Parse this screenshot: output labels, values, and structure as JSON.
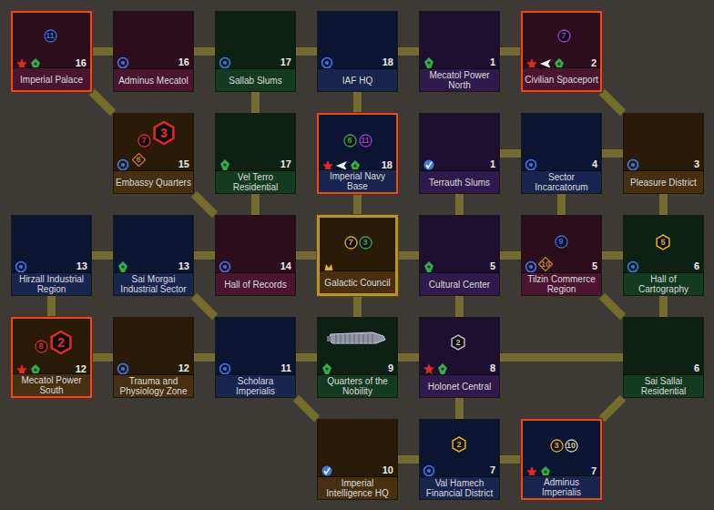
{
  "diagram": {
    "nodes": [
      {
        "text": [
          "Imperial Palace",
          "16"
        ]
      },
      {
        "text": [
          "11"
        ],
        "in": 0
      },
      {
        "text": [
          "Adminus Mecatol",
          "16"
        ]
      },
      {
        "text": [
          "Sallab Slums",
          "17"
        ]
      },
      {
        "text": [
          "IAF HQ",
          "18"
        ]
      },
      {
        "text": [
          "Mecatol Power North",
          "1"
        ]
      },
      {
        "text": [
          "Civilian Spaceport",
          "2"
        ]
      },
      {
        "text": [
          "7"
        ],
        "in": 6
      },
      {
        "text": [
          "Embassy Quarters",
          "15"
        ]
      },
      {
        "text": [
          "7"
        ],
        "in": 8
      },
      {
        "text": [
          "3"
        ],
        "in": 8
      },
      {
        "text": [
          "6"
        ],
        "in": 8
      },
      {
        "text": [
          "Vel Terro Residential",
          "17"
        ]
      },
      {
        "text": [
          "Imperial Navy Base",
          "18"
        ]
      },
      {
        "text": [
          "6"
        ],
        "in": 13
      },
      {
        "text": [
          "11"
        ],
        "in": 13
      },
      {
        "text": [
          "Terrauth Slums",
          "1"
        ]
      },
      {
        "text": [
          "Sector Incarcatorum",
          "4"
        ]
      },
      {
        "text": [
          "Pleasure District",
          "3"
        ]
      },
      {
        "text": [
          "Hirzall Industrial Region",
          "13"
        ]
      },
      {
        "text": [
          "Sai Morgai Industrial Sector",
          "13"
        ]
      },
      {
        "text": [
          "Hall of Records",
          "14"
        ]
      },
      {
        "text": [
          "Galactic Council"
        ]
      },
      {
        "text": [
          "7"
        ],
        "in": 22
      },
      {
        "text": [
          "3"
        ],
        "in": 22
      },
      {
        "text": [
          "Cultural Center",
          "5"
        ]
      },
      {
        "text": [
          "Tilzin Commerce Region",
          "5"
        ]
      },
      {
        "text": [
          "9"
        ],
        "in": 26
      },
      {
        "text": [
          "10"
        ],
        "in": 26
      },
      {
        "text": [
          "Hall of Cartography",
          "6"
        ]
      },
      {
        "text": [
          "5"
        ],
        "in": 29
      },
      {
        "text": [
          "Mecatol Power South",
          "12"
        ]
      },
      {
        "text": [
          "8"
        ],
        "in": 31
      },
      {
        "text": [
          "2"
        ],
        "in": 31
      },
      {
        "text": [
          "Trauma and Physiology Zone",
          "12"
        ]
      },
      {
        "text": [
          "Scholara Imperialis",
          "11"
        ]
      },
      {
        "text": [
          "Quarters of the Nobility",
          "9"
        ]
      },
      {
        "text": [
          "Holonet Central",
          "8"
        ]
      },
      {
        "text": [
          "2"
        ],
        "in": 37
      },
      {
        "text": [
          "Sai Sallai Residential",
          "6"
        ]
      },
      {
        "text": [
          "Imperial Intelligence HQ",
          "10"
        ]
      },
      {
        "text": [
          "Val Hamech Financial District",
          "7"
        ]
      },
      {
        "text": [
          "2"
        ],
        "in": 41
      },
      {
        "text": [
          "Adminus Imperialis",
          "7"
        ]
      },
      {
        "text": [
          "3"
        ],
        "in": 43
      },
      {
        "text": [
          "10"
        ],
        "in": 43
      }
    ],
    "edges": [
      {
        "from": 0,
        "to": 2,
        "arrow": "none"
      },
      {
        "from": 2,
        "to": 3,
        "arrow": "none"
      },
      {
        "from": 3,
        "to": 4,
        "arrow": "none"
      },
      {
        "from": 4,
        "to": 5,
        "arrow": "none"
      },
      {
        "from": 5,
        "to": 6,
        "arrow": "none"
      },
      {
        "from": 0,
        "to": 8,
        "arrow": "none"
      },
      {
        "from": 3,
        "to": 12,
        "arrow": "none"
      },
      {
        "from": 4,
        "to": 13,
        "arrow": "none"
      },
      {
        "from": 6,
        "to": 18,
        "arrow": "none"
      },
      {
        "from": 16,
        "to": 17,
        "arrow": "none"
      },
      {
        "from": 17,
        "to": 18,
        "arrow": "none"
      },
      {
        "from": 8,
        "to": 21,
        "arrow": "none"
      },
      {
        "from": 12,
        "to": 21,
        "arrow": "none"
      },
      {
        "from": 13,
        "to": 22,
        "arrow": "none"
      },
      {
        "from": 16,
        "to": 25,
        "arrow": "none"
      },
      {
        "from": 17,
        "to": 26,
        "arrow": "none"
      },
      {
        "from": 18,
        "to": 29,
        "arrow": "none"
      },
      {
        "from": 19,
        "to": 20,
        "arrow": "none"
      },
      {
        "from": 20,
        "to": 21,
        "arrow": "none"
      },
      {
        "from": 21,
        "to": 22,
        "arrow": "none"
      },
      {
        "from": 22,
        "to": 25,
        "arrow": "none"
      },
      {
        "from": 25,
        "to": 26,
        "arrow": "none"
      },
      {
        "from": 26,
        "to": 29,
        "arrow": "none"
      },
      {
        "from": 19,
        "to": 31,
        "arrow": "none"
      },
      {
        "from": 20,
        "to": 35,
        "arrow": "none"
      },
      {
        "from": 22,
        "to": 36,
        "arrow": "none"
      },
      {
        "from": 25,
        "to": 37,
        "arrow": "none"
      },
      {
        "from": 26,
        "to": 39,
        "arrow": "none"
      },
      {
        "from": 29,
        "to": 39,
        "arrow": "none"
      },
      {
        "from": 31,
        "to": 34,
        "arrow": "none"
      },
      {
        "from": 34,
        "to": 35,
        "arrow": "none"
      },
      {
        "from": 35,
        "to": 36,
        "arrow": "none"
      },
      {
        "from": 36,
        "to": 37,
        "arrow": "none"
      },
      {
        "from": 37,
        "to": 39,
        "arrow": "none"
      },
      {
        "from": 35,
        "to": 40,
        "arrow": "none"
      },
      {
        "from": 40,
        "to": 41,
        "arrow": "none"
      },
      {
        "from": 37,
        "to": 41,
        "arrow": "none"
      },
      {
        "from": 41,
        "to": 43,
        "arrow": "none"
      },
      {
        "from": 39,
        "to": 43,
        "arrow": "none"
      }
    ]
  }
}
